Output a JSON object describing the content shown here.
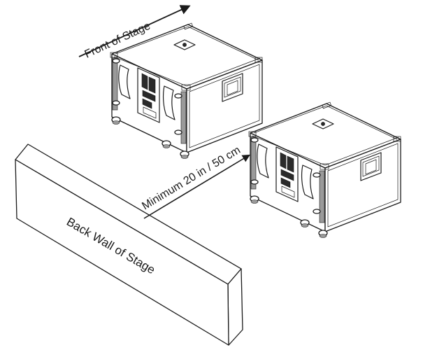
{
  "labels": {
    "front_of_stage": "Front of Stage",
    "minimum_distance": "Minimum 20 in / 50 cm",
    "back_wall": "Back Wall of Stage"
  },
  "colors": {
    "line": "#1a1a1a",
    "background": "#ffffff"
  }
}
